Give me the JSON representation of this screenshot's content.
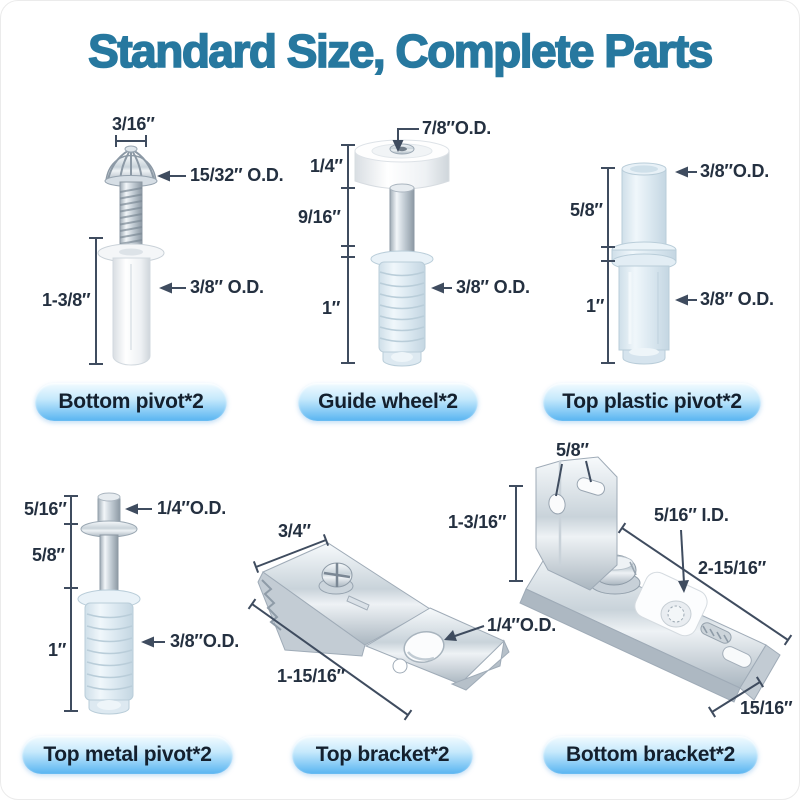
{
  "title": "Standard Size, Complete Parts",
  "colors": {
    "title": "#27789f",
    "dimension_text": "#243040",
    "dimension_line": "#3f4c5f",
    "label_pill_top": "#f2fbff",
    "label_pill_bottom": "#58b4f1",
    "label_text": "#14202e"
  },
  "parts": {
    "bottom_pivot": {
      "label": "Bottom pivot*2",
      "dims": {
        "head_width": "3/16″",
        "head_od": "15/32″ O.D.",
        "body_od": "3/8″ O.D.",
        "height": "1-3/8″"
      }
    },
    "guide_wheel": {
      "label": "Guide wheel*2",
      "dims": {
        "wheel_od": "7/8″O.D.",
        "wheel_height": "1/4″",
        "shaft_height": "9/16″",
        "body_height": "1″",
        "body_od": "3/8″ O.D."
      }
    },
    "top_plastic_pivot": {
      "label": "Top plastic pivot*2",
      "dims": {
        "top_od": "3/8″O.D.",
        "top_height": "5/8″",
        "body_height": "1″",
        "body_od": "3/8″ O.D."
      }
    },
    "top_metal_pivot": {
      "label": "Top metal pivot*2",
      "dims": {
        "pin_height": "5/16″",
        "pin_od": "1/4″O.D.",
        "shaft_height": "5/8″",
        "body_height": "1″",
        "body_od": "3/8″O.D."
      }
    },
    "top_bracket": {
      "label": "Top bracket*2",
      "dims": {
        "width": "3/4″",
        "length": "1-15/16″",
        "hole_od": "1/4″O.D."
      }
    },
    "bottom_bracket": {
      "label": "Bottom bracket*2",
      "dims": {
        "hole_spacing": "5/8″",
        "flange_height": "1-3/16″",
        "hole_id": "5/16″ I.D.",
        "length": "2-15/16″",
        "depth": "15/16″"
      }
    }
  }
}
